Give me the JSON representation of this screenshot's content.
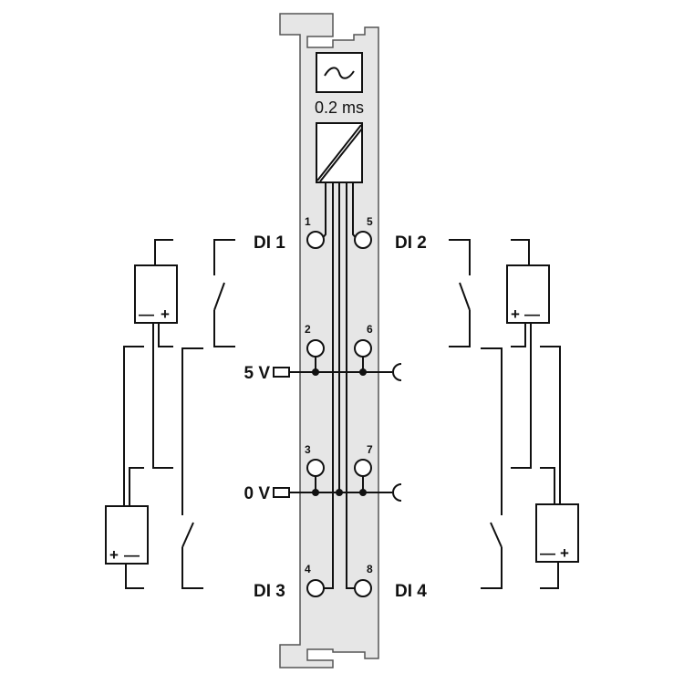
{
  "module": {
    "filter_time": "0.2 ms",
    "filter_icon": "sine-wave-icon",
    "converter_icon": "isolation-converter-icon",
    "panel_color": "#e6e6e6"
  },
  "channels": {
    "di1": "DI 1",
    "di2": "DI 2",
    "di3": "DI 3",
    "di4": "DI 4"
  },
  "terminals": [
    "1",
    "2",
    "3",
    "4",
    "5",
    "6",
    "7",
    "8"
  ],
  "supply": {
    "v5": "5 V",
    "v0": "0 V"
  },
  "sensors": [
    {
      "neg": "—",
      "pos": "+"
    },
    {
      "pos": "+",
      "neg": "—"
    },
    {
      "pos": "+",
      "neg": "—"
    },
    {
      "neg": "—",
      "pos": "+"
    }
  ]
}
